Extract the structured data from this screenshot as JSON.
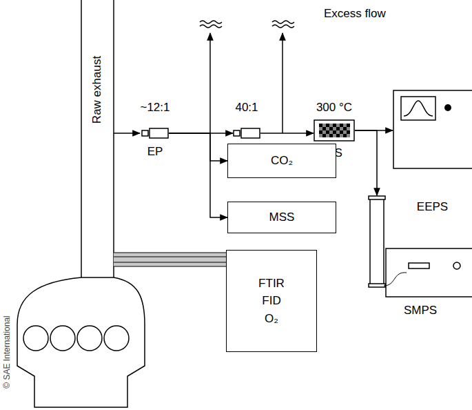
{
  "diagram": {
    "nodes": [
      {
        "text": [
          "EP"
        ]
      },
      {
        "text": [
          "EP"
        ]
      },
      {
        "text": [
          "CS"
        ]
      },
      {
        "text": [
          "EEPS"
        ]
      },
      {
        "text": [
          "CO₂"
        ]
      },
      {
        "text": [
          "MSS"
        ]
      },
      {
        "text": [
          "SMPS"
        ]
      },
      {
        "text": [
          "FTIR FID O₂"
        ]
      }
    ],
    "edges": [
      {
        "from": 0,
        "to": 1,
        "arrow": "to"
      },
      {
        "from": 1,
        "to": 2,
        "arrow": "to"
      },
      {
        "from": 2,
        "to": 3,
        "arrow": "to"
      },
      {
        "from": 2,
        "to": 6,
        "arrow": "to"
      },
      {
        "from": 0,
        "to": 4,
        "arrow": "to"
      },
      {
        "from": 0,
        "to": 5,
        "arrow": "to"
      }
    ],
    "labels": [
      "~12:1",
      "40:1",
      "300 °C",
      "Excess flow",
      "Raw exhaust",
      "© SAE International"
    ]
  }
}
